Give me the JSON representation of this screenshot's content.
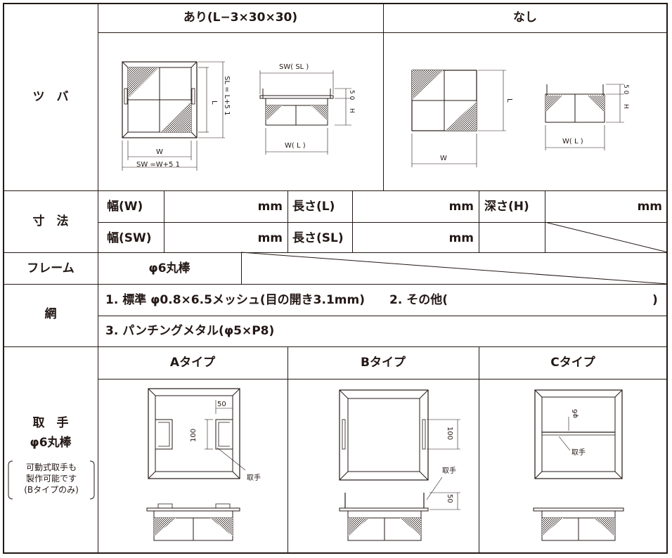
{
  "tsuba": {
    "row_label": "ツ　バ",
    "with_header": "あり(L−3×30×30)",
    "without_header": "なし",
    "fig_with": {
      "w_label": "W",
      "l_label": "L",
      "sl_label": "SL = L+5 1",
      "sw_eq_label": "SW =W+5 1",
      "sw_sl_label": "SW( SL )",
      "h_label": "H",
      "fifty": "5 0",
      "wl_label": "W( L )"
    },
    "fig_without": {
      "w_label": "W",
      "l_label": "L",
      "h_label": "H",
      "fifty": "5 0",
      "wl_label": "W( L )"
    }
  },
  "dimensions": {
    "row_label": "寸　法",
    "width_w": "幅(W)",
    "width_sw": "幅(SW)",
    "length_l": "長さ(L)",
    "length_sl": "長さ(SL)",
    "depth_h": "深さ(H)",
    "unit": "mm"
  },
  "frame": {
    "row_label": "フレーム",
    "value": "φ6丸棒"
  },
  "mesh": {
    "row_label": "網",
    "option1": "1.  標準 φ0.8×6.5メッシュ(目の開き3.1mm)",
    "option2": "2.  その他(",
    "option2_close": ")",
    "option3": "3.  パンチングメタル(φ5×P8)"
  },
  "handle": {
    "row_label_1": "取　手",
    "row_label_2": "φ6丸棒",
    "note_1": "可動式取手も",
    "note_2": "製作可能です",
    "note_3": "(Bタイプのみ)",
    "type_a": "Aタイプ",
    "type_b": "Bタイプ",
    "type_c": "Cタイプ",
    "fig_a": {
      "fifty": "50",
      "hundred": "100",
      "handle_label": "取手"
    },
    "fig_b": {
      "hundred": "100",
      "fifty": "50",
      "handle_label": "取手"
    },
    "fig_c": {
      "phi6": "φ6",
      "handle_label": "取手"
    }
  }
}
